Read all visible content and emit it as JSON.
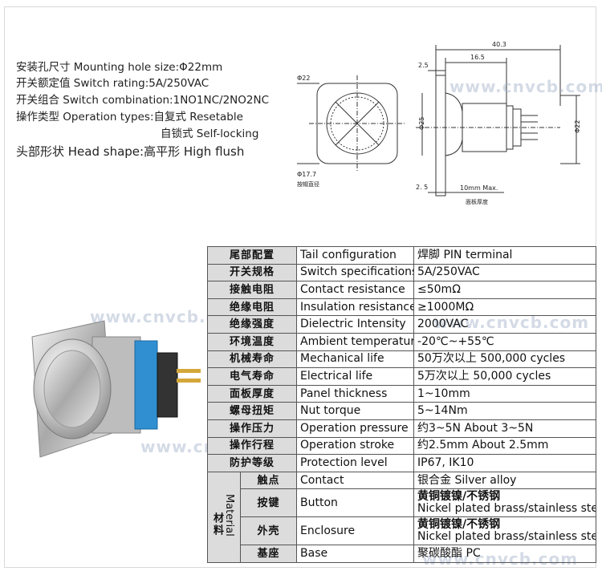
{
  "specs_top": {
    "mounting_hole": "安装孔尺寸 Mounting hole size:Φ22mm",
    "switch_rating": "开关额定值 Switch rating:5A/250VAC",
    "switch_combination": "开关组合 Switch combination:1NO1NC/2NO2NC",
    "operation_types": "操作类型 Operation types:自复式 Resetable",
    "self_locking": "自锁式 Self-locking",
    "head_shape": "头部形状 Head shape:高平形 High flush"
  },
  "drawing": {
    "dim_total": "40.3",
    "dim_body": "16.5",
    "dim_head": "2.5",
    "dim_base": "2. 5",
    "dim_phi22": "Φ22",
    "dim_phi17": "Φ17.7",
    "dim_phi_face": "Φ25",
    "dim_right": "Φ22",
    "panel_label": "10mm Max.",
    "panel_zh": "面板厚度",
    "hole_zh": "按帽直径"
  },
  "watermark": "www.cnvcb.com",
  "table": {
    "rows": [
      {
        "zh": "尾部配置",
        "en": "Tail configuration",
        "val": "焊脚  PIN terminal"
      },
      {
        "zh": "开关规格",
        "en": "Switch specifications",
        "val": "5A/250VAC"
      },
      {
        "zh": "接触电阻",
        "en": "Contact resistance",
        "val": "≤50mΩ"
      },
      {
        "zh": "绝缘电阻",
        "en": "Insulation resistance",
        "val": "≥1000MΩ"
      },
      {
        "zh": "绝缘强度",
        "en": "Dielectric Intensity",
        "val": "2000VAC"
      },
      {
        "zh": "环境温度",
        "en": "Ambient temperature",
        "val": "-20℃~+55℃"
      },
      {
        "zh": "机械寿命",
        "en": "Mechanical life",
        "val": "50万次以上 500,000 cycles"
      },
      {
        "zh": "电气寿命",
        "en": "Electrical life",
        "val": "5万次以上 50,000  cycles"
      },
      {
        "zh": "面板厚度",
        "en": "Panel thickness",
        "val": "1~10mm"
      },
      {
        "zh": "螺母扭矩",
        "en": "Nut torque",
        "val": "5~14Nm"
      },
      {
        "zh": "操作压力",
        "en": "Operation pressure",
        "val": "约3~5N About 3~5N"
      },
      {
        "zh": "操作行程",
        "en": "Operation stroke",
        "val": "约2.5mm About 2.5mm"
      },
      {
        "zh": "防护等级",
        "en": "Protection level",
        "val": "IP67, IK10"
      }
    ],
    "material": {
      "head_en": "Material",
      "head_zh": "材料",
      "rows": [
        {
          "zh": "触点",
          "en": "Contact",
          "val": "银合金 Silver alloy"
        },
        {
          "zh": "按键",
          "en": "Button",
          "val_zh": "黄铜镀镍/不锈钢",
          "val_en": "Nickel plated brass/stainless steel"
        },
        {
          "zh": "外壳",
          "en": "Enclosure",
          "val_zh": "黄铜镀镍/不锈钢",
          "val_en": "Nickel plated brass/stainless steel"
        },
        {
          "zh": "基座",
          "en": "Base",
          "val": "聚碳酸酯 PC"
        }
      ]
    }
  }
}
